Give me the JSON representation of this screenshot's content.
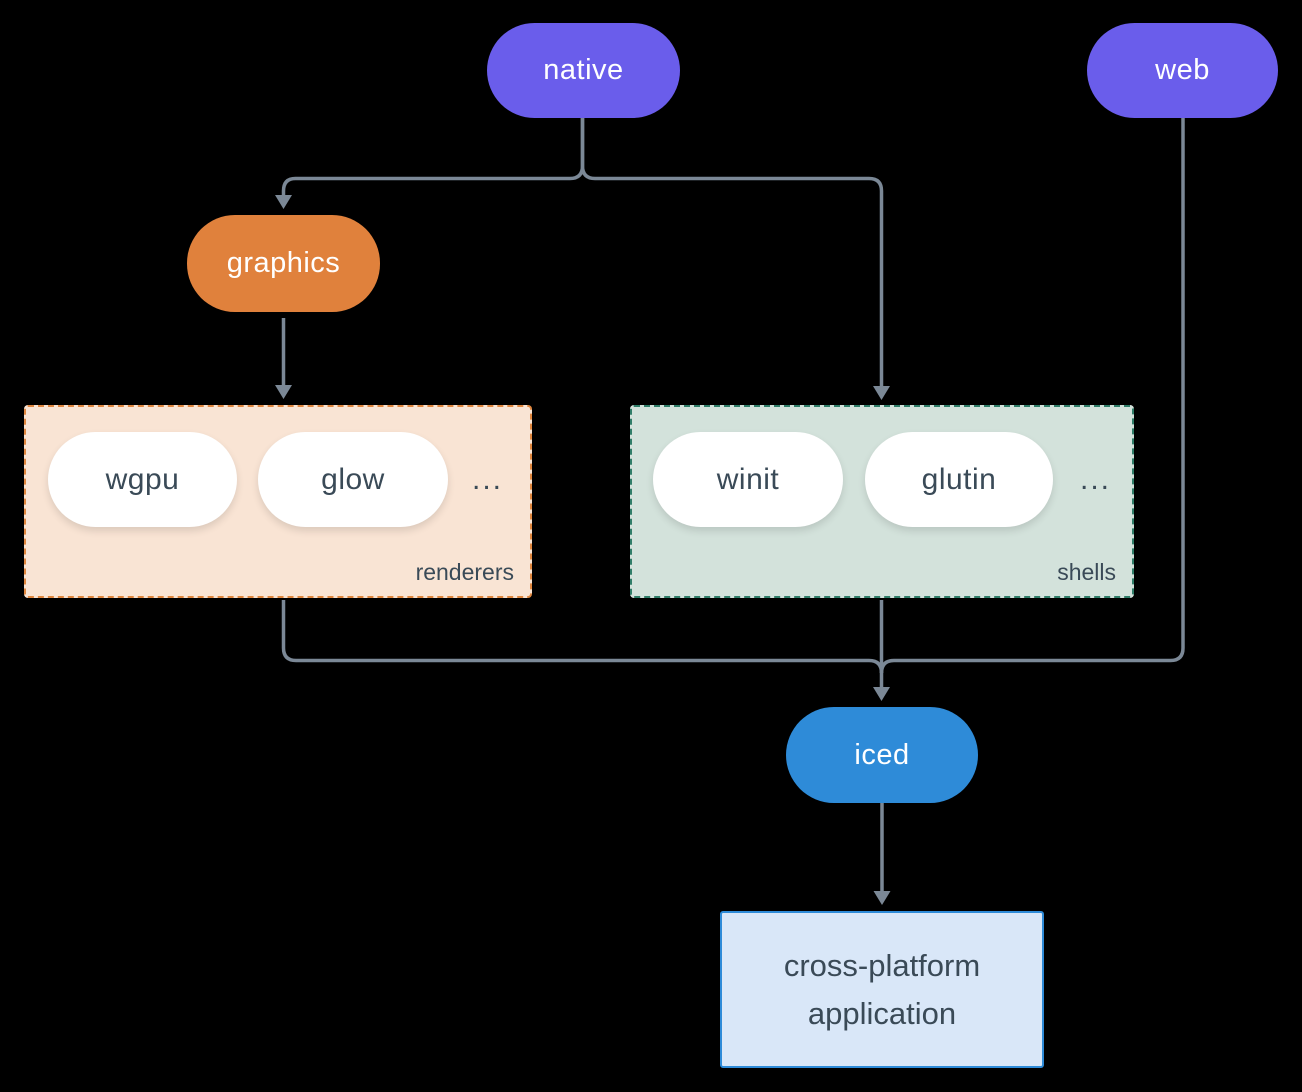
{
  "canvas": {
    "background": "#000000"
  },
  "colors": {
    "platform_pill": "#6a5deb",
    "graphics_pill": "#e0813c",
    "iced_pill": "#2e8bd8",
    "white_pill": "#ffffff",
    "connector": "#7b8896",
    "renderers_fill": "#f9e4d4",
    "renderers_border": "#e0873f",
    "shells_fill": "#d3e2db",
    "shells_border": "#2f7d68",
    "application_fill": "#d9e7f8",
    "application_border": "#2e8bd8",
    "dark_text": "#3a4a57",
    "light_text": "#ffffff"
  },
  "nodes": {
    "native": {
      "label": "native"
    },
    "web": {
      "label": "web"
    },
    "graphics": {
      "label": "graphics"
    },
    "iced": {
      "label": "iced"
    },
    "application": {
      "line1": "cross-platform",
      "line2": "application"
    }
  },
  "groups": {
    "renderers": {
      "label": "renderers",
      "items": [
        "wgpu",
        "glow"
      ],
      "more": "..."
    },
    "shells": {
      "label": "shells",
      "items": [
        "winit",
        "glutin"
      ],
      "more": "..."
    }
  }
}
